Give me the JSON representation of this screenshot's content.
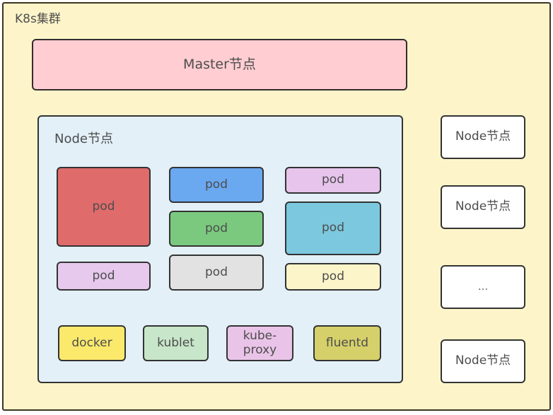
{
  "cluster": {
    "label": "K8s集群",
    "background_color": "#fdf5c9",
    "border_color": "#3d3522"
  },
  "master": {
    "label": "Master节点",
    "color": "#ffcdd2"
  },
  "node": {
    "label": "Node节点",
    "color": "#e3f0f8",
    "pods": [
      {
        "label": "pod",
        "color": "#e06b6b"
      },
      {
        "label": "pod",
        "color": "#e6c9ec"
      },
      {
        "label": "pod",
        "color": "#6aa8f0"
      },
      {
        "label": "pod",
        "color": "#7bc97f"
      },
      {
        "label": "pod",
        "color": "#e2e2e2"
      },
      {
        "label": "pod",
        "color": "#e6c4ec"
      },
      {
        "label": "pod",
        "color": "#7cc8de"
      },
      {
        "label": "pod",
        "color": "#fcf5c9"
      }
    ],
    "services": [
      {
        "label": "docker",
        "color": "#fbe96c"
      },
      {
        "label": "kublet",
        "color": "#c8e6c9"
      },
      {
        "label": "kube-proxy",
        "color": "#eac4e8"
      },
      {
        "label": "fluentd",
        "color": "#d6d06a"
      }
    ]
  },
  "other_nodes": [
    {
      "label": "Node节点"
    },
    {
      "label": "Node节点"
    },
    {
      "label": "..."
    },
    {
      "label": "Node节点"
    }
  ]
}
